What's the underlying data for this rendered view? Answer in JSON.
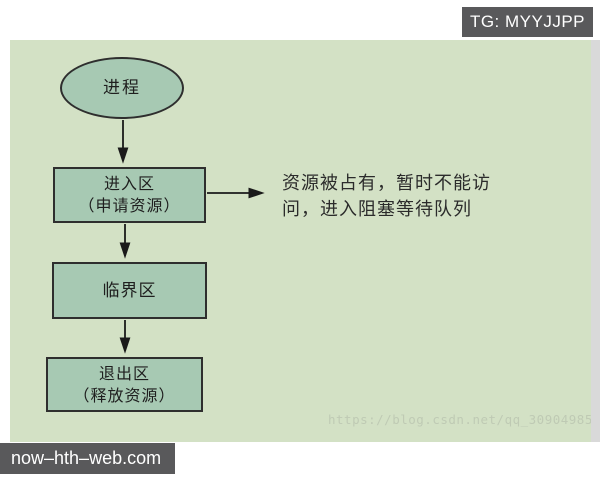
{
  "page": {
    "top_badge": "TG: MYYJJPP",
    "bottom_badge": "now–hth–web.com"
  },
  "flowchart": {
    "nodes": {
      "process": {
        "shape": "ellipse",
        "label": "进程"
      },
      "entry": {
        "shape": "rect",
        "line1": "进入区",
        "line2": "（申请资源）"
      },
      "critical": {
        "shape": "rect",
        "label": "临界区"
      },
      "exit": {
        "shape": "rect",
        "line1": "退出区",
        "line2": "（释放资源）"
      }
    },
    "annotation": {
      "line1": "资源被占有，暂时不能访",
      "line2": "问，进入阻塞等待队列"
    },
    "watermark": "https://blog.csdn.net/qq_30904985"
  },
  "colors": {
    "canvas_background": "#d3e1c5",
    "node_fill": "#a7c9b3",
    "node_border": "#2e2e2e",
    "badge_background": "#59595b",
    "badge_text": "#ffffff",
    "arrow": "#1a1a1a",
    "watermark": "#bcc7b2",
    "edge_strip": "#d9d9d9"
  }
}
